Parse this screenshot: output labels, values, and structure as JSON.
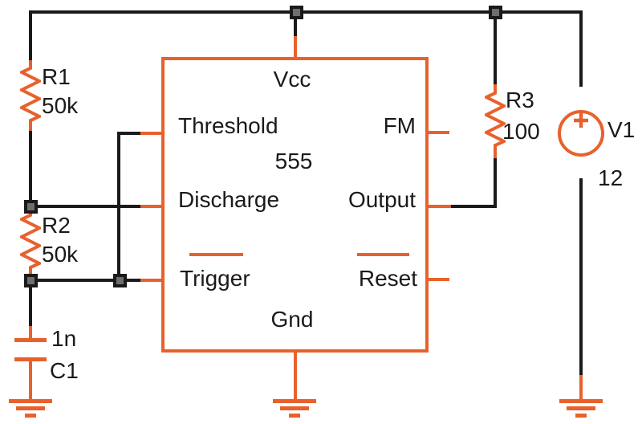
{
  "schematic": {
    "type": "555 timer astable / VCO circuit",
    "ic": {
      "name": "555",
      "pins": {
        "vcc": "Vcc",
        "threshold": "Threshold",
        "discharge": "Discharge",
        "trigger": "Trigger",
        "gnd": "Gnd",
        "fm": "FM",
        "output": "Output",
        "reset": "Reset"
      }
    },
    "components": {
      "r1": {
        "ref": "R1",
        "value": "50k"
      },
      "r2": {
        "ref": "R2",
        "value": "50k"
      },
      "r3": {
        "ref": "R3",
        "value": "100"
      },
      "c1": {
        "ref": "C1",
        "value": "1n"
      },
      "v1": {
        "ref": "V1",
        "value": "12"
      }
    },
    "colors": {
      "component": "#e8612c",
      "wire": "#1a1a1a",
      "text": "#1a1a1a",
      "junction_fill": "#6e6e6e",
      "background": "#ffffff"
    }
  }
}
